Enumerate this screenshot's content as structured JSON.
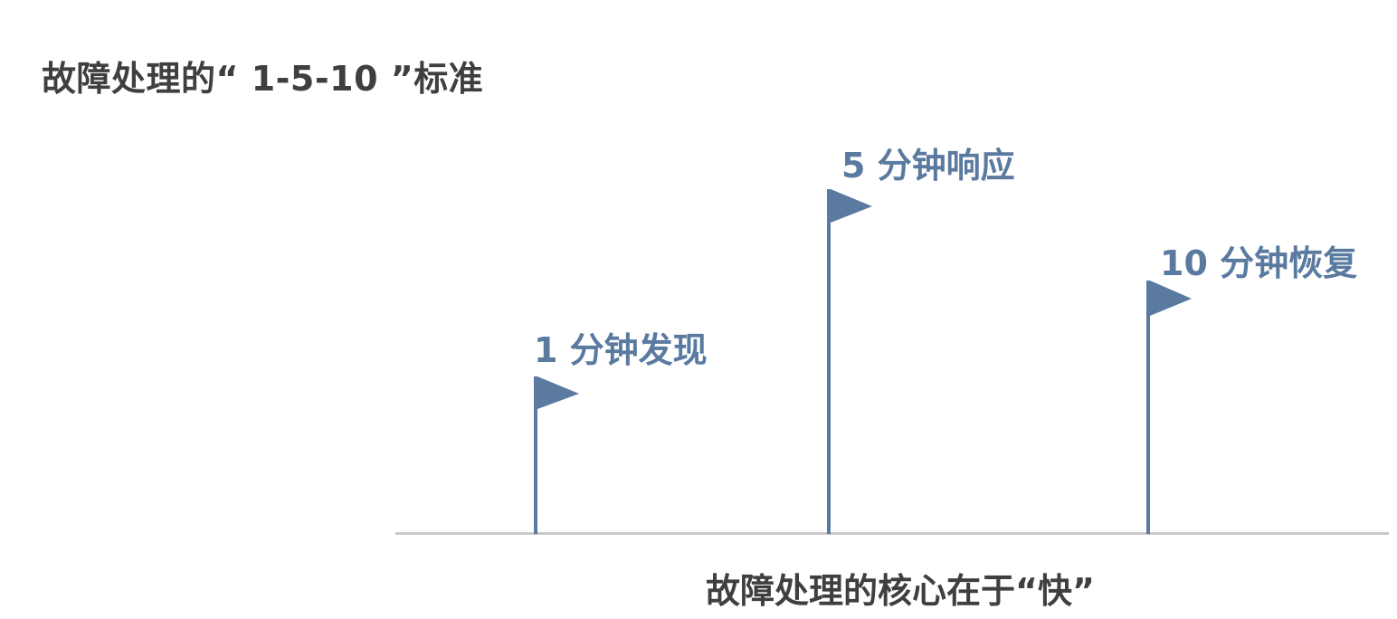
{
  "title": "故障处理的“ 1-5-10 ”标准",
  "caption": "故障处理的核心在于“快”",
  "colors": {
    "flag": "#5a7aa0",
    "text": "#3f3f3f",
    "baseline": "#c9c9c9"
  },
  "milestones": [
    {
      "label": "1 分钟发现"
    },
    {
      "label": "5 分钟响应"
    },
    {
      "label": "10 分钟恢复"
    }
  ]
}
